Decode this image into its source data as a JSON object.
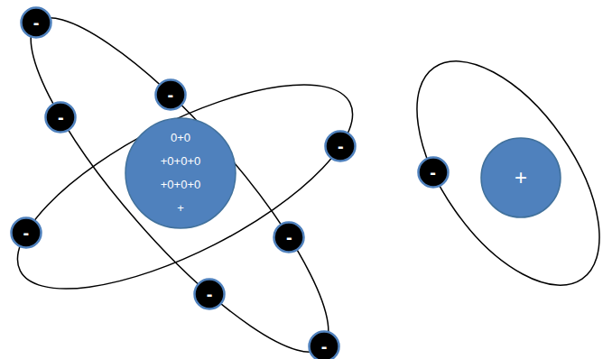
{
  "diagram": {
    "nodes": [
      {
        "text": [
          "0+0 +0+0+0 +0+0+0 +"
        ]
      },
      {
        "text": [
          "-"
        ]
      },
      {
        "text": [
          "-"
        ]
      },
      {
        "text": [
          "-"
        ]
      },
      {
        "text": [
          "-"
        ]
      },
      {
        "text": [
          "-"
        ]
      },
      {
        "text": [
          "-"
        ]
      },
      {
        "text": [
          "-"
        ]
      },
      {
        "text": [
          "-"
        ]
      },
      {
        "text": [
          "+"
        ]
      },
      {
        "text": [
          "-"
        ]
      }
    ]
  }
}
